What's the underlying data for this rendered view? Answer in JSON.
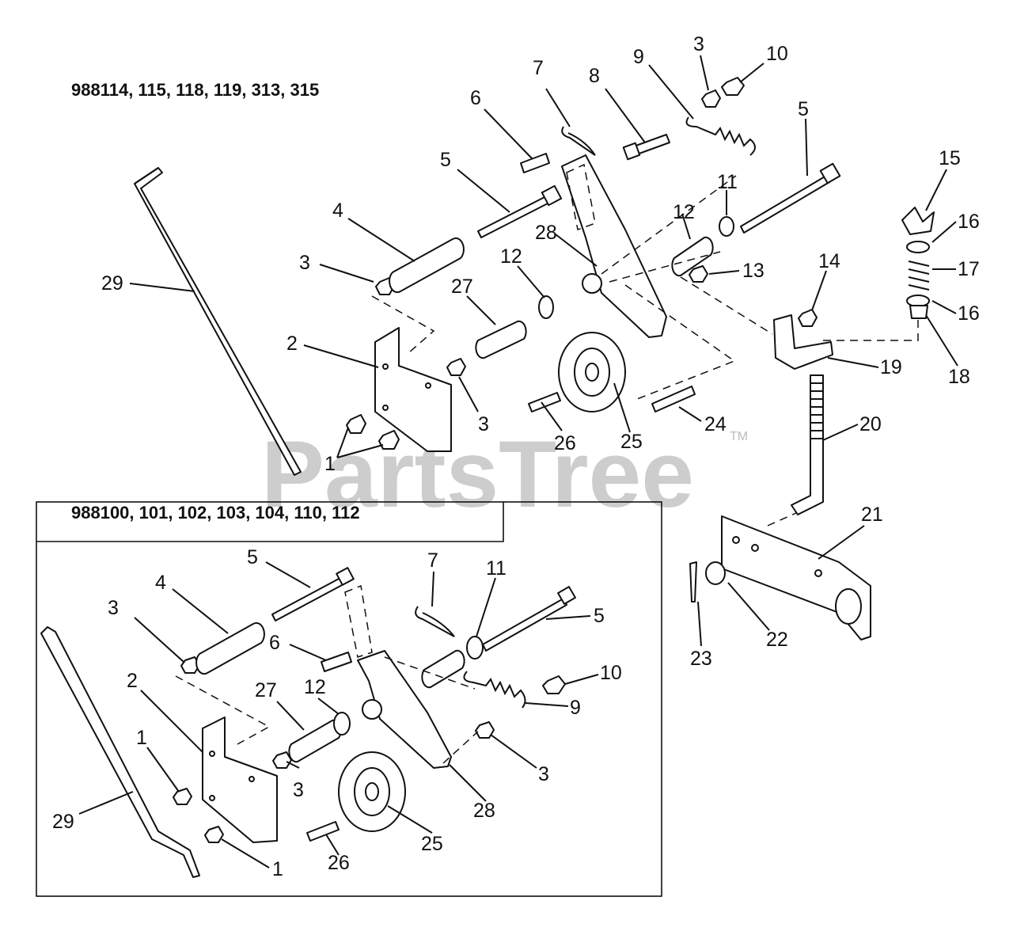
{
  "headings": {
    "main_models": "988114, 115, 118, 119, 313, 315",
    "inset_models": "988100, 101, 102, 103, 104, 110, 112"
  },
  "watermark": {
    "text": "PartsTree",
    "tm": "TM"
  },
  "colors": {
    "line": "#111111",
    "watermark": "#bdbdbd",
    "background": "#ffffff"
  },
  "main_callouts": [
    {
      "label": "7"
    },
    {
      "label": "8"
    },
    {
      "label": "9"
    },
    {
      "label": "3"
    },
    {
      "label": "10"
    },
    {
      "label": "6"
    },
    {
      "label": "5"
    },
    {
      "label": "5"
    },
    {
      "label": "15"
    },
    {
      "label": "11"
    },
    {
      "label": "16"
    },
    {
      "label": "4"
    },
    {
      "label": "12"
    },
    {
      "label": "28"
    },
    {
      "label": "17"
    },
    {
      "label": "3"
    },
    {
      "label": "12"
    },
    {
      "label": "13"
    },
    {
      "label": "14"
    },
    {
      "label": "29"
    },
    {
      "label": "27"
    },
    {
      "label": "16"
    },
    {
      "label": "2"
    },
    {
      "label": "19"
    },
    {
      "label": "18"
    },
    {
      "label": "3"
    },
    {
      "label": "24"
    },
    {
      "label": "20"
    },
    {
      "label": "26"
    },
    {
      "label": "25"
    },
    {
      "label": "1"
    },
    {
      "label": "21"
    },
    {
      "label": "22"
    },
    {
      "label": "23"
    }
  ],
  "inset_callouts": [
    {
      "label": "5"
    },
    {
      "label": "7"
    },
    {
      "label": "4"
    },
    {
      "label": "11"
    },
    {
      "label": "3"
    },
    {
      "label": "5"
    },
    {
      "label": "6"
    },
    {
      "label": "10"
    },
    {
      "label": "2"
    },
    {
      "label": "27"
    },
    {
      "label": "12"
    },
    {
      "label": "9"
    },
    {
      "label": "1"
    },
    {
      "label": "3"
    },
    {
      "label": "3"
    },
    {
      "label": "28"
    },
    {
      "label": "29"
    },
    {
      "label": "25"
    },
    {
      "label": "1"
    },
    {
      "label": "26"
    }
  ]
}
